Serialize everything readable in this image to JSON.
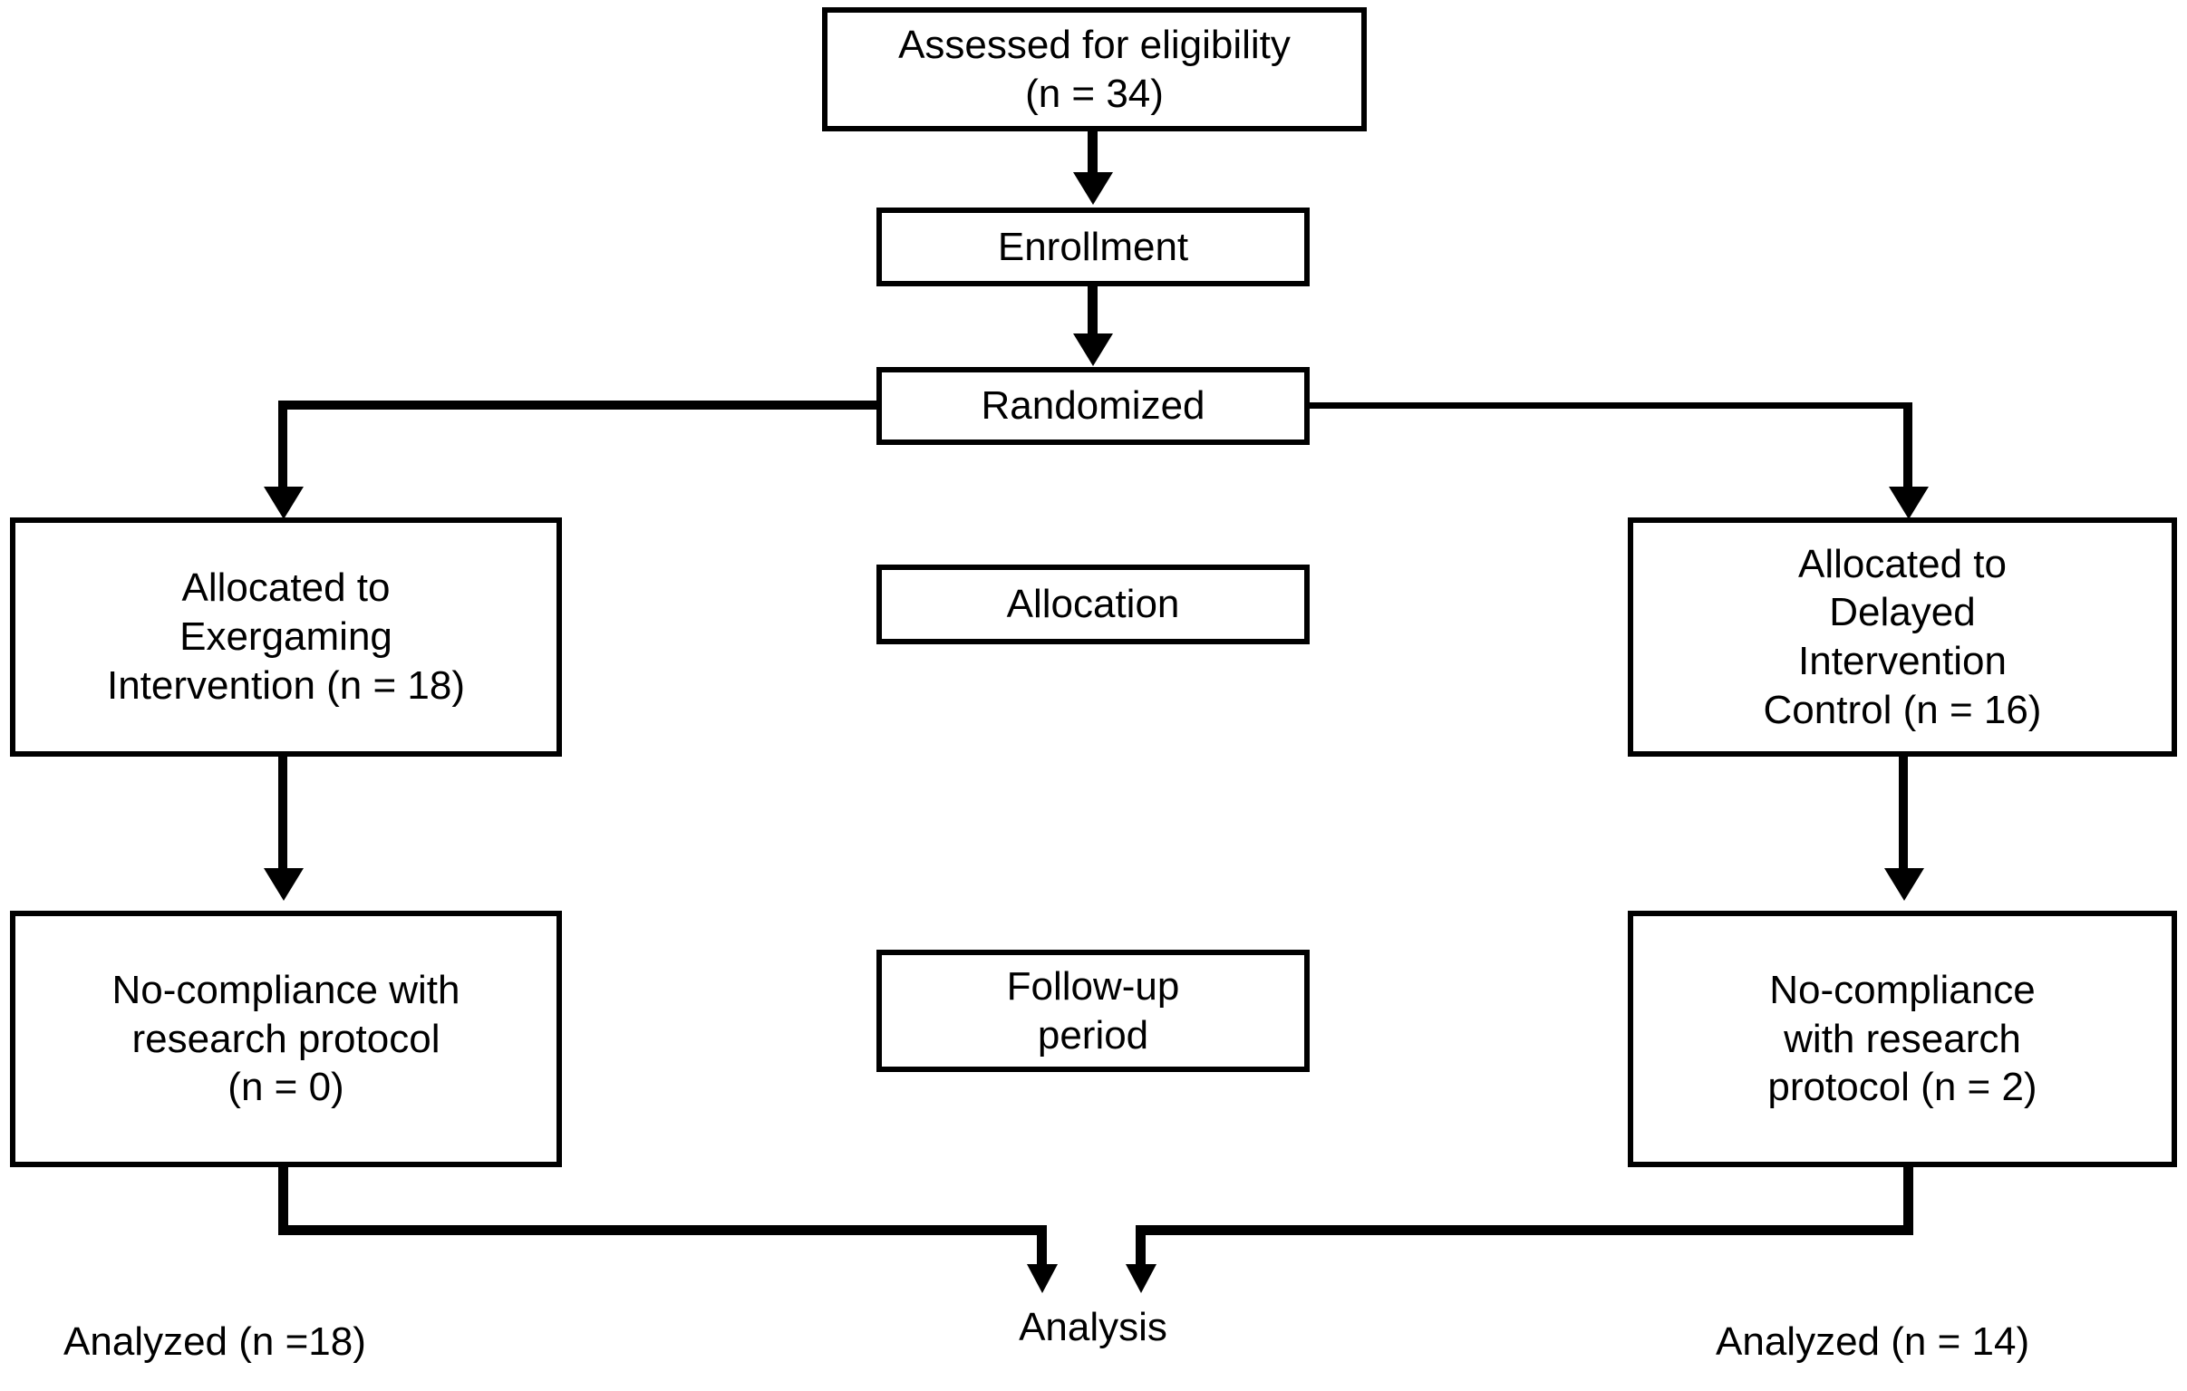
{
  "diagram": {
    "title": "CONSORT participant flow diagram",
    "boxes": {
      "assessed": "Assessed for eligibility\n(n = 34)",
      "enrollment": "Enrollment",
      "randomized": "Randomized",
      "allocation_stage": "Allocation",
      "followup_stage": "Follow-up\nperiod",
      "allocated_left": "Allocated to\nExergaming\nIntervention (n = 18)",
      "allocated_right": "Allocated to\nDelayed\nIntervention\nControl (n = 16)",
      "noncompliance_left": "No-compliance with\nresearch protocol\n(n = 0)",
      "noncompliance_right": "No-compliance\nwith research\nprotocol (n = 2)"
    },
    "labels": {
      "analyzed_left": "Analyzed (n =18)",
      "analysis_stage": "Analysis",
      "analyzed_right": "Analyzed (n = 14)"
    },
    "counts": {
      "assessed_n": 34,
      "allocated_intervention_n": 18,
      "allocated_control_n": 16,
      "noncompliance_intervention_n": 0,
      "noncompliance_control_n": 2,
      "analyzed_intervention_n": 18,
      "analyzed_control_n": 14
    },
    "colors": {
      "stroke": "#000000",
      "background": "#ffffff",
      "text": "#000000"
    }
  }
}
